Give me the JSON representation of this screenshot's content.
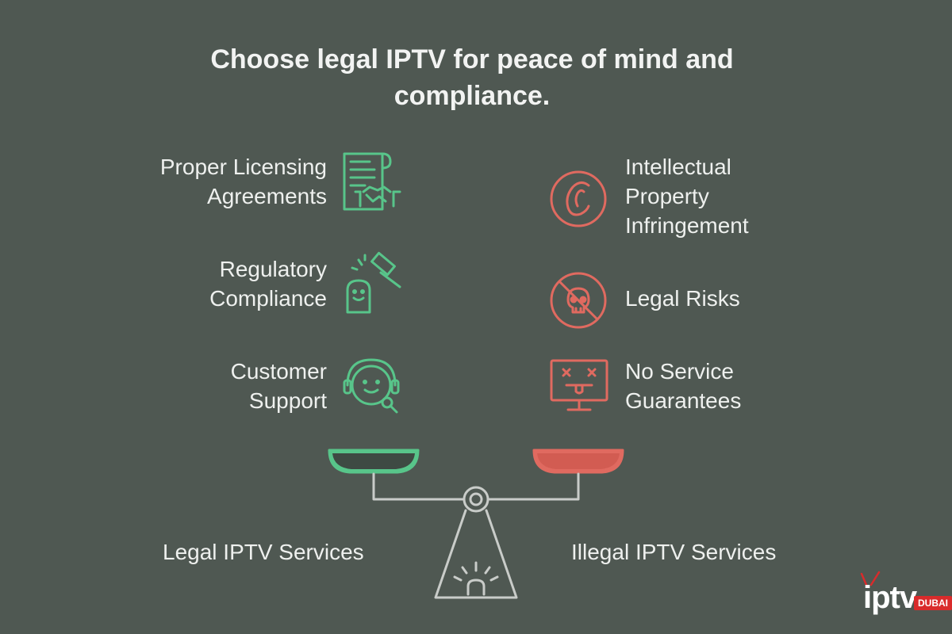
{
  "title": "Choose legal IPTV for peace of mind and compliance.",
  "colors": {
    "background": "#4f5852",
    "legal": "#58c58a",
    "illegal": "#e06a60",
    "neutral": "#c9ccc9"
  },
  "legal": {
    "label": "Legal IPTV Services",
    "items": [
      {
        "line1": "Proper Licensing",
        "line2": "Agreements",
        "icon": "licensing-document-handshake-icon"
      },
      {
        "line1": "Regulatory",
        "line2": "Compliance",
        "icon": "gavel-compliance-icon"
      },
      {
        "line1": "Customer",
        "line2": "Support",
        "icon": "headset-support-icon"
      }
    ]
  },
  "illegal": {
    "label": "Illegal IPTV Services",
    "items": [
      {
        "line1": "Intellectual",
        "line2": "Property",
        "line3": "Infringement",
        "icon": "copyright-icon"
      },
      {
        "line1": "Legal Risks",
        "icon": "skull-forbidden-icon"
      },
      {
        "line1": "No Service",
        "line2": "Guarantees",
        "icon": "broken-monitor-icon"
      }
    ]
  },
  "logo": {
    "text": "iptv",
    "badge": "DUBAI"
  }
}
